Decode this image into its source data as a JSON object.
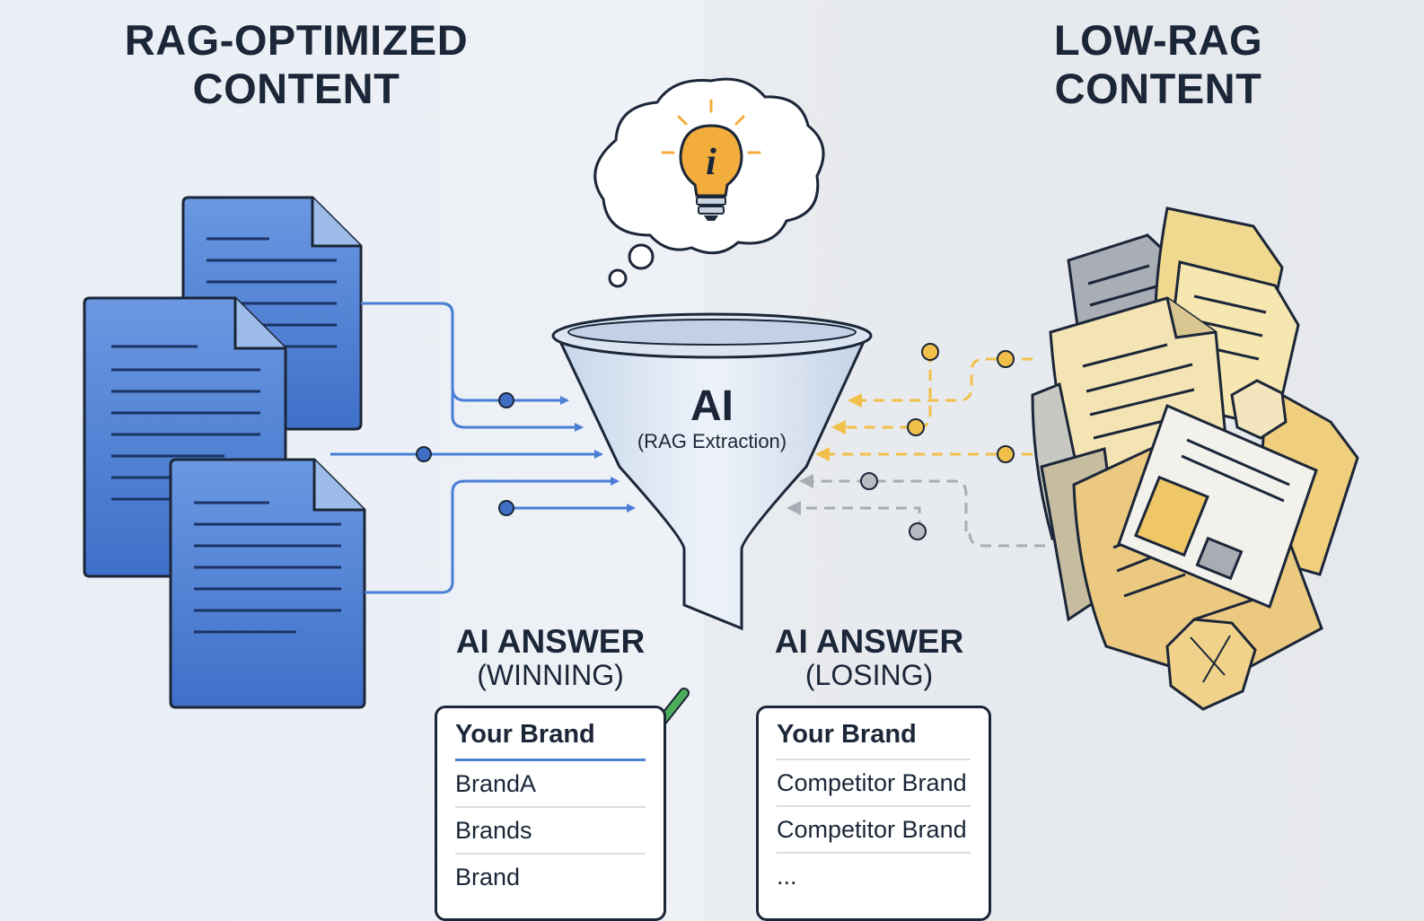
{
  "titles": {
    "left": [
      "RAG-OPTIMIZED",
      "CONTENT"
    ],
    "right": [
      "LOW-RAG",
      "CONTENT"
    ]
  },
  "funnel": {
    "label": "AI",
    "sublabel": "(RAG Extraction)",
    "bulb_glyph": "i"
  },
  "answer_winning": {
    "heading": "AI ANSWER",
    "subheading": "(WINNING)",
    "rows": [
      "Your Brand",
      "BrandA",
      "Brands",
      "Brand"
    ]
  },
  "answer_losing": {
    "heading": "AI ANSWER",
    "subheading": "(LOSING)",
    "rows": [
      "Your Brand",
      "Competitor Brand",
      "Competitor Brand",
      "..."
    ]
  },
  "colors": {
    "ink": "#1b2638",
    "blue_doc": "#4f82d6",
    "blue_arrow": "#4a7fd4",
    "yellow_arrow": "#f0c04a",
    "gray_arrow": "#a9adb3",
    "check": "#4cae5b",
    "bulb": "#f3ad3c"
  },
  "icons": [
    "document-icon",
    "thought-bubble-icon",
    "lightbulb-icon",
    "funnel-icon",
    "check-icon",
    "crumpled-paper-icon"
  ]
}
